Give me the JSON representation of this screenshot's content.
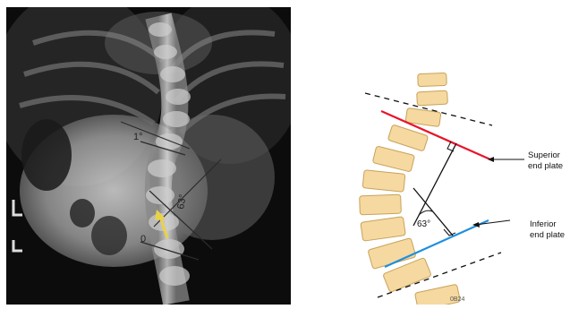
{
  "xray": {
    "annotations": [
      "1°",
      "63°",
      "0"
    ],
    "arrow_color": "#e8d24a"
  },
  "diagram": {
    "angle_label": "63°",
    "superior_label_line1": "Superior",
    "superior_label_line2": "end plate",
    "inferior_label_line1": "Inferior",
    "inferior_label_line2": "end plate",
    "vertebra_marking": "0B24",
    "colors": {
      "superior_line": "#e8142a",
      "inferior_line": "#1e8fe0",
      "vertebra_fill": "#f5d9a0",
      "vertebra_stroke": "#c8a25a"
    }
  }
}
